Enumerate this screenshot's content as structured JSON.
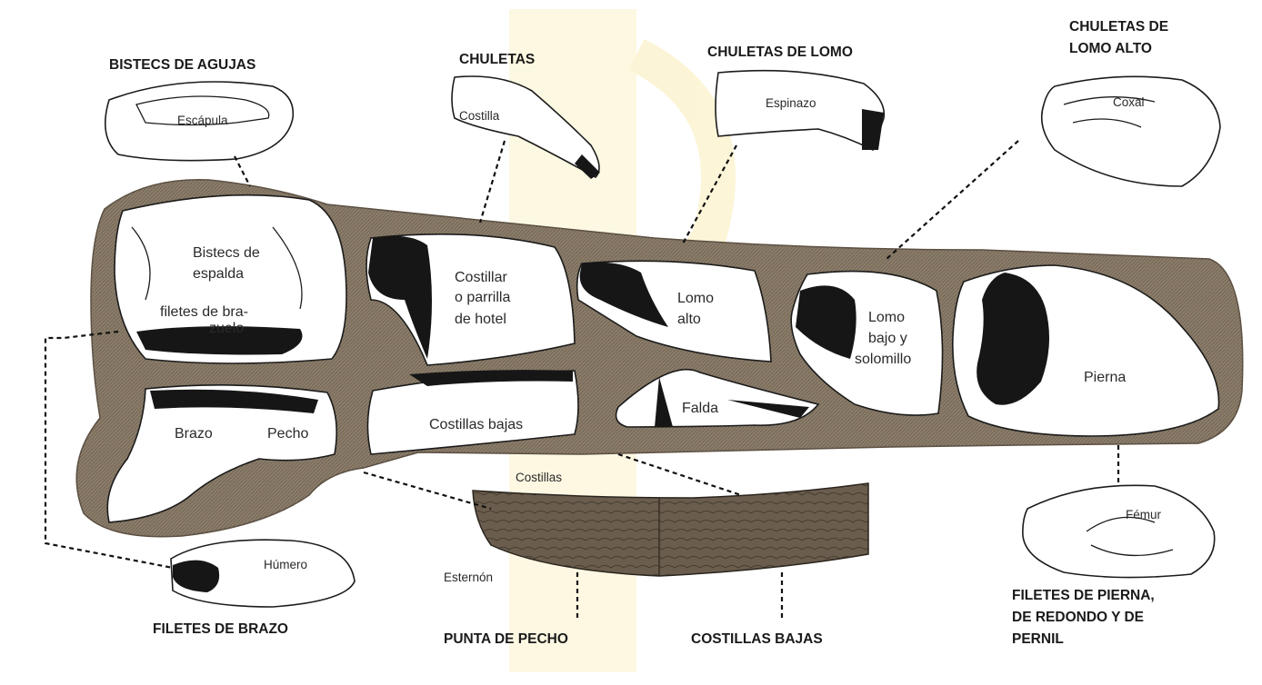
{
  "headings": {
    "bistecs_agujas": "BISTECS DE AGUJAS",
    "chuletas": "CHULETAS",
    "chuletas_lomo": "CHULETAS DE LOMO",
    "chuletas_lomo_alto_1": "CHULETAS DE",
    "chuletas_lomo_alto_2": "LOMO ALTO",
    "filetes_brazo": "FILETES DE BRAZO",
    "punta_pecho": "PUNTA DE PECHO",
    "costillas_bajas": "COSTILLAS BAJAS",
    "filetes_pierna_1": "FILETES DE PIERNA,",
    "filetes_pierna_2": "DE REDONDO Y DE",
    "filetes_pierna_3": "PERNIL"
  },
  "bones": {
    "escapula": "Escápula",
    "costilla": "Costilla",
    "espinazo": "Espinazo",
    "coxal": "Coxal",
    "humero": "Húmero",
    "femur": "Fémur",
    "esternon": "Esternón",
    "costillas": "Costillas"
  },
  "cuts": {
    "bistecs_1": "Bistecs de",
    "bistecs_2": "espalda",
    "filetes_1": "filetes de bra-",
    "filetes_2": "zuelo",
    "costillar_1": "Costillar",
    "costillar_2": "o parrilla",
    "costillar_3": "de hotel",
    "lomo_alto_1": "Lomo",
    "lomo_alto_2": "alto",
    "lomo_bajo_1": "Lomo",
    "lomo_bajo_2": "bajo y",
    "lomo_bajo_3": "solomillo",
    "pierna": "Pierna",
    "brazo": "Brazo",
    "pecho": "Pecho",
    "costillas_bajas": "Costillas bajas",
    "falda": "Falda"
  },
  "colors": {
    "carcass": "#8b7d6a",
    "background_glyph": "#fbf1c9"
  }
}
